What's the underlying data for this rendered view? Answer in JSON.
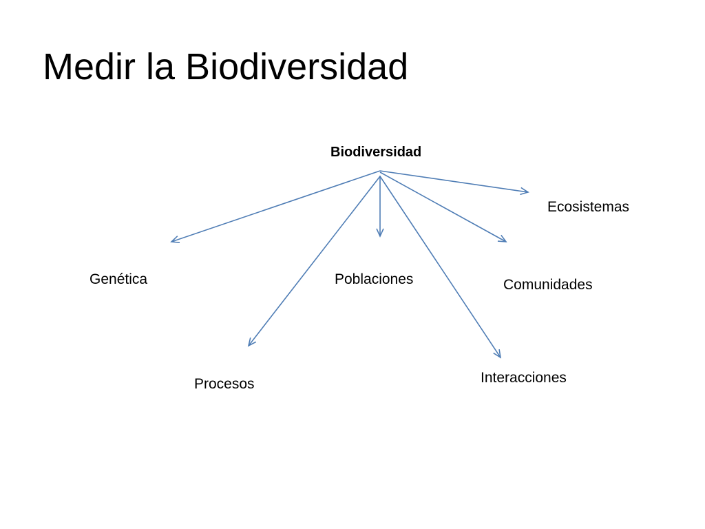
{
  "slide": {
    "title": "Medir la Biodiversidad"
  },
  "diagram": {
    "root": "Biodiversidad",
    "edge_color": "#4F7DB5",
    "children": [
      {
        "id": "ecosistemas",
        "label": "Ecosistemas"
      },
      {
        "id": "genetica",
        "label": "Genética"
      },
      {
        "id": "poblaciones",
        "label": "Poblaciones"
      },
      {
        "id": "comunidades",
        "label": "Comunidades"
      },
      {
        "id": "procesos",
        "label": "Procesos"
      },
      {
        "id": "interacciones",
        "label": "Interacciones"
      }
    ]
  }
}
